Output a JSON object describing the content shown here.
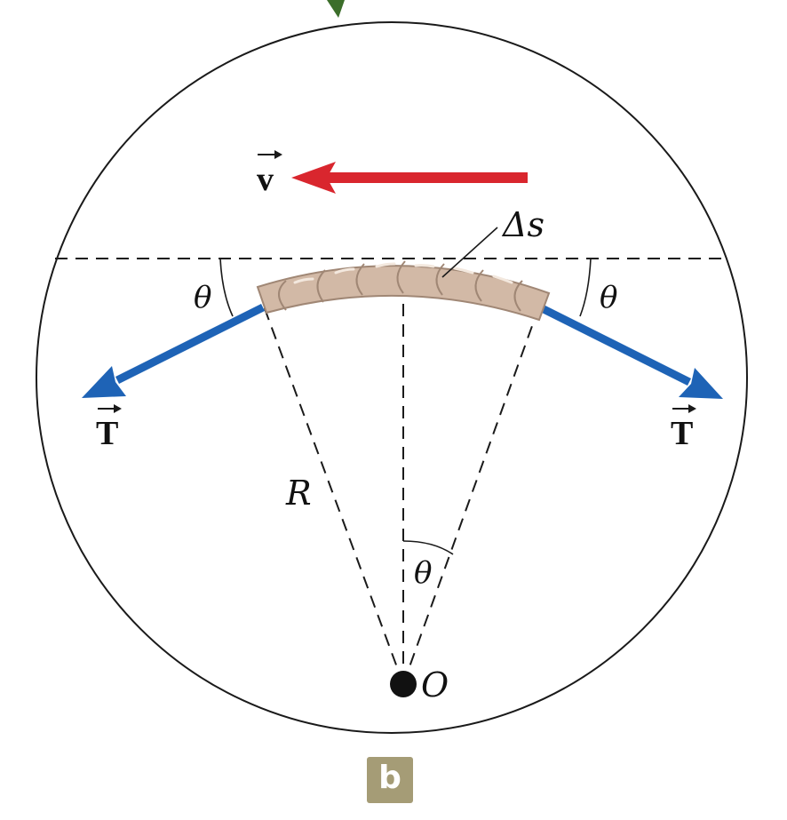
{
  "diagram": {
    "labels": {
      "velocity": "v",
      "arc_length": "Δs",
      "angle_left": "θ",
      "angle_right": "θ",
      "angle_center": "θ",
      "radius": "R",
      "tension_left": "T",
      "tension_right": "T",
      "origin": "O"
    },
    "panel_label": "b",
    "colors": {
      "velocity_arrow": "#d9262e",
      "tension_arrow": "#1e63b6",
      "rope_fill": "#d2b9a6",
      "rope_stroke": "#a08775",
      "leaf": "#3c6e2a",
      "badge": "#a59c76"
    }
  }
}
